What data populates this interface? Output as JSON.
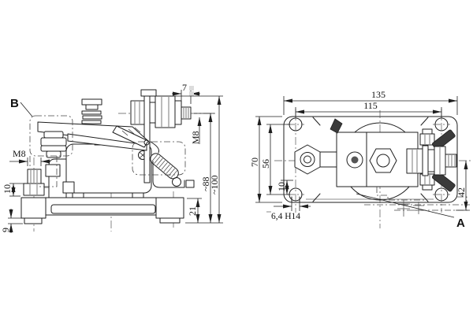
{
  "labels": {
    "detail_b": "B",
    "detail_a": "A"
  },
  "left_view": {
    "dim_stud_length": "7",
    "dim_terminal_thread": "M8",
    "dim_axis_height": "~88",
    "dim_overall_height": "~100",
    "dim_base_height": "21",
    "dim_left_terminal_thread": "M8",
    "dim_stud_protrusion": "10",
    "dim_foot_height": "9"
  },
  "right_view": {
    "dim_overall_width": "135",
    "dim_mounting_hole_span_x": "115",
    "dim_overall_height": "70",
    "dim_mounting_hole_span_y": "56",
    "dim_hole_edge_offset": "10",
    "dim_mounting_slot": "6,4 H14",
    "dim_axis_to_bottom": "42"
  },
  "colors": {
    "line": "#1f1f1f",
    "background": "#ffffff",
    "centerline": "#555555",
    "phantom": "#4a4a4a",
    "artifact": "#dcdcdc"
  }
}
